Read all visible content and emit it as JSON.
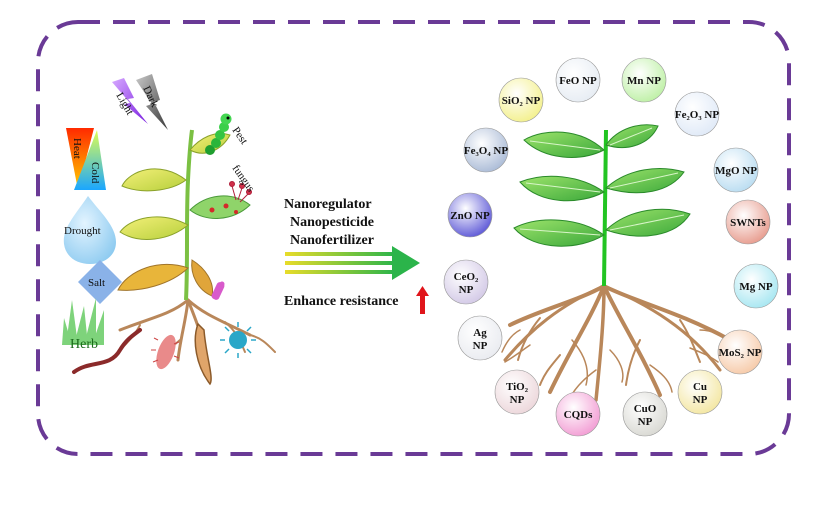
{
  "title": "",
  "stresses": {
    "light": "Light",
    "dark": "Dark",
    "heat": "Heat",
    "cold": "Cold",
    "drought": "Drought",
    "salt": "Salt",
    "herb": "Herb",
    "pest": "Pest",
    "fungus": "fungus"
  },
  "middle": {
    "line1": "Nanoregulator",
    "line2": "Nanopesticide",
    "line3": "Nanofertilizer",
    "enhance": "Enhance resistance"
  },
  "nanoparticles": [
    {
      "id": "sio2",
      "text": "SiO₂ NP",
      "color": "#f3f08a"
    },
    {
      "id": "feo",
      "text": "FeO NP",
      "color": "#e6ecf3"
    },
    {
      "id": "mn",
      "text": "Mn NP",
      "color": "#bdf0a4"
    },
    {
      "id": "fe2o3",
      "text": "Fe₂O₃ NP",
      "color": "#dfe9f7"
    },
    {
      "id": "fe3o4",
      "text": "Fe₃O₄ NP",
      "color": "#a9bad6"
    },
    {
      "id": "mgo",
      "text": "MgO NP",
      "color": "#b8dcf1"
    },
    {
      "id": "zno",
      "text": "ZnO NP",
      "color": "#5a55d6"
    },
    {
      "id": "swnts",
      "text": "SWNTs",
      "color": "#e79a8c"
    },
    {
      "id": "ceo2",
      "text": "CeO₂ NP",
      "color": "#d2c8e6"
    },
    {
      "id": "mg",
      "text": "Mg NP",
      "color": "#a5e6f1"
    },
    {
      "id": "ag",
      "text": "Ag NP",
      "color": "#e9ebf0"
    },
    {
      "id": "mos2",
      "text": "MoS₂ NP",
      "color": "#f6c9a7"
    },
    {
      "id": "tio2",
      "text": "TiO₂ NP",
      "color": "#ecd6da"
    },
    {
      "id": "cu",
      "text": "Cu NP",
      "color": "#f3e6a0"
    },
    {
      "id": "cqds",
      "text": "CQDs",
      "color": "#f29bd3"
    },
    {
      "id": "cuo",
      "text": "CuO NP",
      "color": "#d8d8d2"
    }
  ],
  "colors": {
    "border": "#6a3a96",
    "leaf_green": "#3fc23f",
    "root_brown": "#b9875a",
    "stem_green": "#22c422",
    "arrow_red": "#e0151b"
  }
}
